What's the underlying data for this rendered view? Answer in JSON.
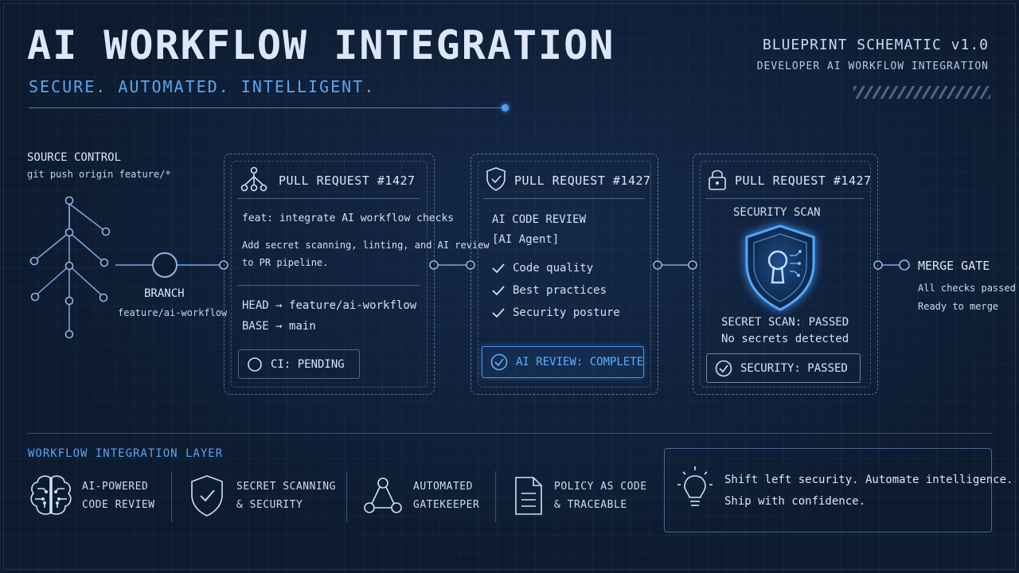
{
  "header": {
    "title": "AI WORKFLOW INTEGRATION",
    "subtitle": "SECURE. AUTOMATED. INTELLIGENT.",
    "blueprint_title": "BLUEPRINT SCHEMATIC v1.0",
    "blueprint_subtitle": "DEVELOPER AI WORKFLOW INTEGRATION"
  },
  "source": {
    "title": "SOURCE CONTROL",
    "command": "git push origin feature/*",
    "branch_label": "BRANCH",
    "branch_name": "feature/ai-workflow"
  },
  "pr_card": {
    "icon": "git-branch-icon",
    "title": "PULL REQUEST #1427",
    "commit_title": "feat: integrate AI workflow checks",
    "description_line1": "Add secret scanning, linting, and AI review",
    "description_line2": "to PR pipeline.",
    "head_label": "HEAD",
    "head_value": "feature/ai-workflow",
    "base_label": "BASE",
    "base_value": "main",
    "arrow": "→",
    "status": "CI: PENDING"
  },
  "review_card": {
    "icon": "shield-check-icon",
    "title": "PULL REQUEST #1427",
    "heading": "AI CODE REVIEW",
    "agent": "[AI Agent]",
    "checks": [
      "Code quality",
      "Best practices",
      "Security posture"
    ],
    "status": "AI REVIEW: COMPLETE"
  },
  "security_card": {
    "icon": "lock-icon",
    "title": "PULL REQUEST #1427",
    "heading": "SECURITY SCAN",
    "result": "SECRET SCAN: PASSED",
    "detail": "No secrets detected",
    "status": "SECURITY: PASSED"
  },
  "merge": {
    "title": "MERGE GATE",
    "line1": "All checks passed",
    "line2": "Ready to merge"
  },
  "layer": {
    "title": "WORKFLOW INTEGRATION LAYER",
    "features": [
      {
        "icon": "brain-icon",
        "line1": "AI-POWERED",
        "line2": "CODE REVIEW"
      },
      {
        "icon": "shield-check-icon",
        "line1": "SECRET SCANNING",
        "line2": "& SECURITY"
      },
      {
        "icon": "network-nodes-icon",
        "line1": "AUTOMATED",
        "line2": "GATEKEEPER"
      },
      {
        "icon": "document-icon",
        "line1": "POLICY AS CODE",
        "line2": "& TRACEABLE"
      }
    ],
    "quote_line1": "Shift left security. Automate intelligence.",
    "quote_line2": "Ship with confidence.",
    "quote_icon": "lightbulb-icon"
  },
  "colors": {
    "background": "#0d1b30",
    "accent": "#5aa6f0",
    "line": "#8fb4e6",
    "glow": "#4ea0f5"
  }
}
